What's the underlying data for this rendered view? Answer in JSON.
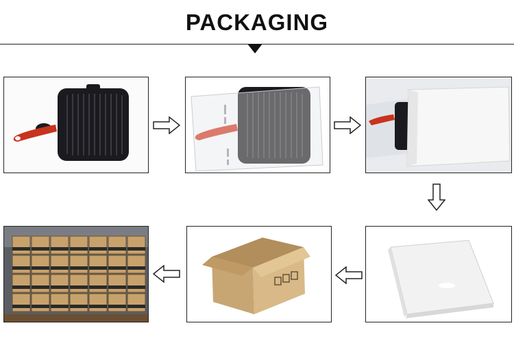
{
  "header": {
    "title": "PACKAGING"
  },
  "steps": [
    {
      "name": "pan-unpacked"
    },
    {
      "name": "pan-in-plastic-bag"
    },
    {
      "name": "pan-into-white-box"
    },
    {
      "name": "white-box-closed"
    },
    {
      "name": "carton-box"
    },
    {
      "name": "palletized-cartons"
    }
  ],
  "colors": {
    "pan": "#1b1b1f",
    "handle": "#c8331e",
    "carton": "#c8a673",
    "box_white": "#f4f4f4"
  }
}
